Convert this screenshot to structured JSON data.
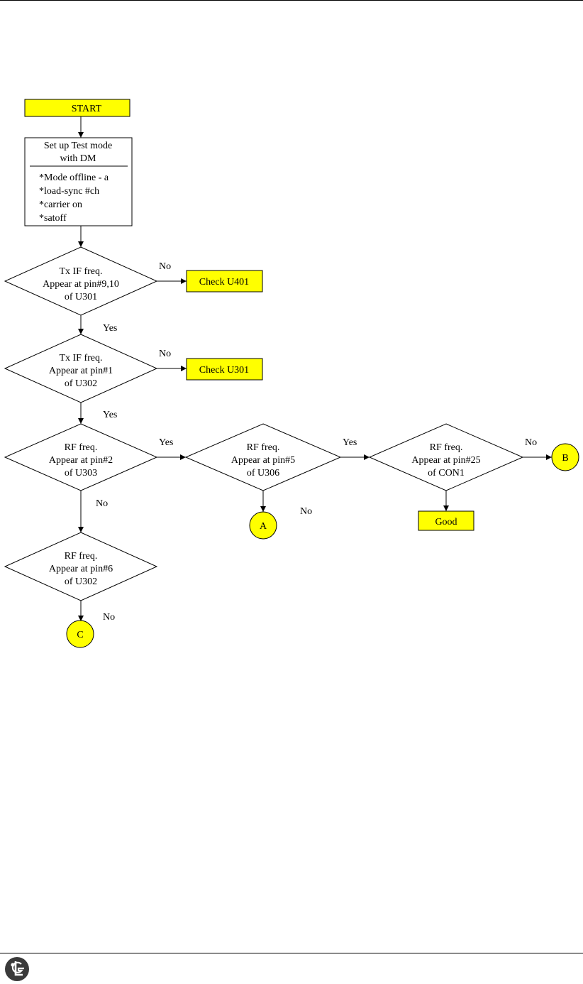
{
  "colors": {
    "box_fill": "#ffff00",
    "stroke": "#000000",
    "background": "#ffffff",
    "logo": "#3a3a3a"
  },
  "flowchart": {
    "start": "START",
    "setup": {
      "title_lines": [
        "Set up Test mode",
        "with DM"
      ],
      "steps": [
        "*Mode offline - a",
        "*load-sync #ch",
        "*carrier on",
        "*satoff"
      ]
    },
    "decision_1": [
      "Tx IF freq.",
      "Appear at pin#9,10",
      "of U301"
    ],
    "result_1": "Check U401",
    "decision_2": [
      "Tx IF freq.",
      "Appear at pin#1",
      "of U302"
    ],
    "result_2": "Check U301",
    "decision_3": [
      "RF freq.",
      "Appear at pin#2",
      "of U303"
    ],
    "decision_4": [
      "RF freq.",
      "Appear at pin#5",
      "of U306"
    ],
    "decision_5": [
      "RF freq.",
      "Appear at pin#25",
      "of CON1"
    ],
    "decision_6": [
      "RF freq.",
      "Appear at pin#6",
      "of U302"
    ],
    "result_good": "Good",
    "connectors": {
      "a": "A",
      "b": "B",
      "c": "C"
    },
    "labels": {
      "yes": "Yes",
      "no": "No"
    }
  },
  "logo_name": "lg-logo"
}
